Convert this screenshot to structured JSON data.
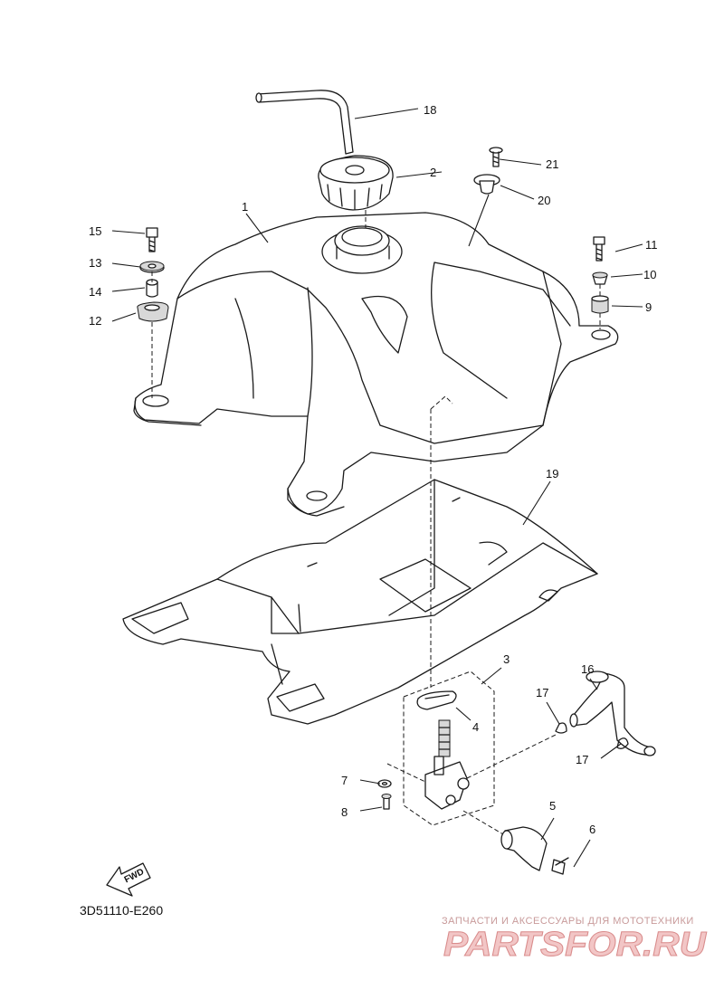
{
  "diagram": {
    "callouts": {
      "c1": "1",
      "c2": "2",
      "c3": "3",
      "c4": "4",
      "c5": "5",
      "c6": "6",
      "c7": "7",
      "c8": "8",
      "c9": "9",
      "c10": "10",
      "c11": "11",
      "c12": "12",
      "c13": "13",
      "c14": "14",
      "c15": "15",
      "c16": "16",
      "c17a": "17",
      "c17b": "17",
      "c18": "18",
      "c19": "19",
      "c20": "20",
      "c21": "21"
    },
    "fwd_label": "FWD",
    "drawing_code": "3D51110-E260"
  },
  "watermark": {
    "tagline": "ЗАПЧАСТИ И АКСЕССУАРЫ ДЛЯ МОТОТЕХНИКИ",
    "logo": "PARTSFOR.RU"
  }
}
